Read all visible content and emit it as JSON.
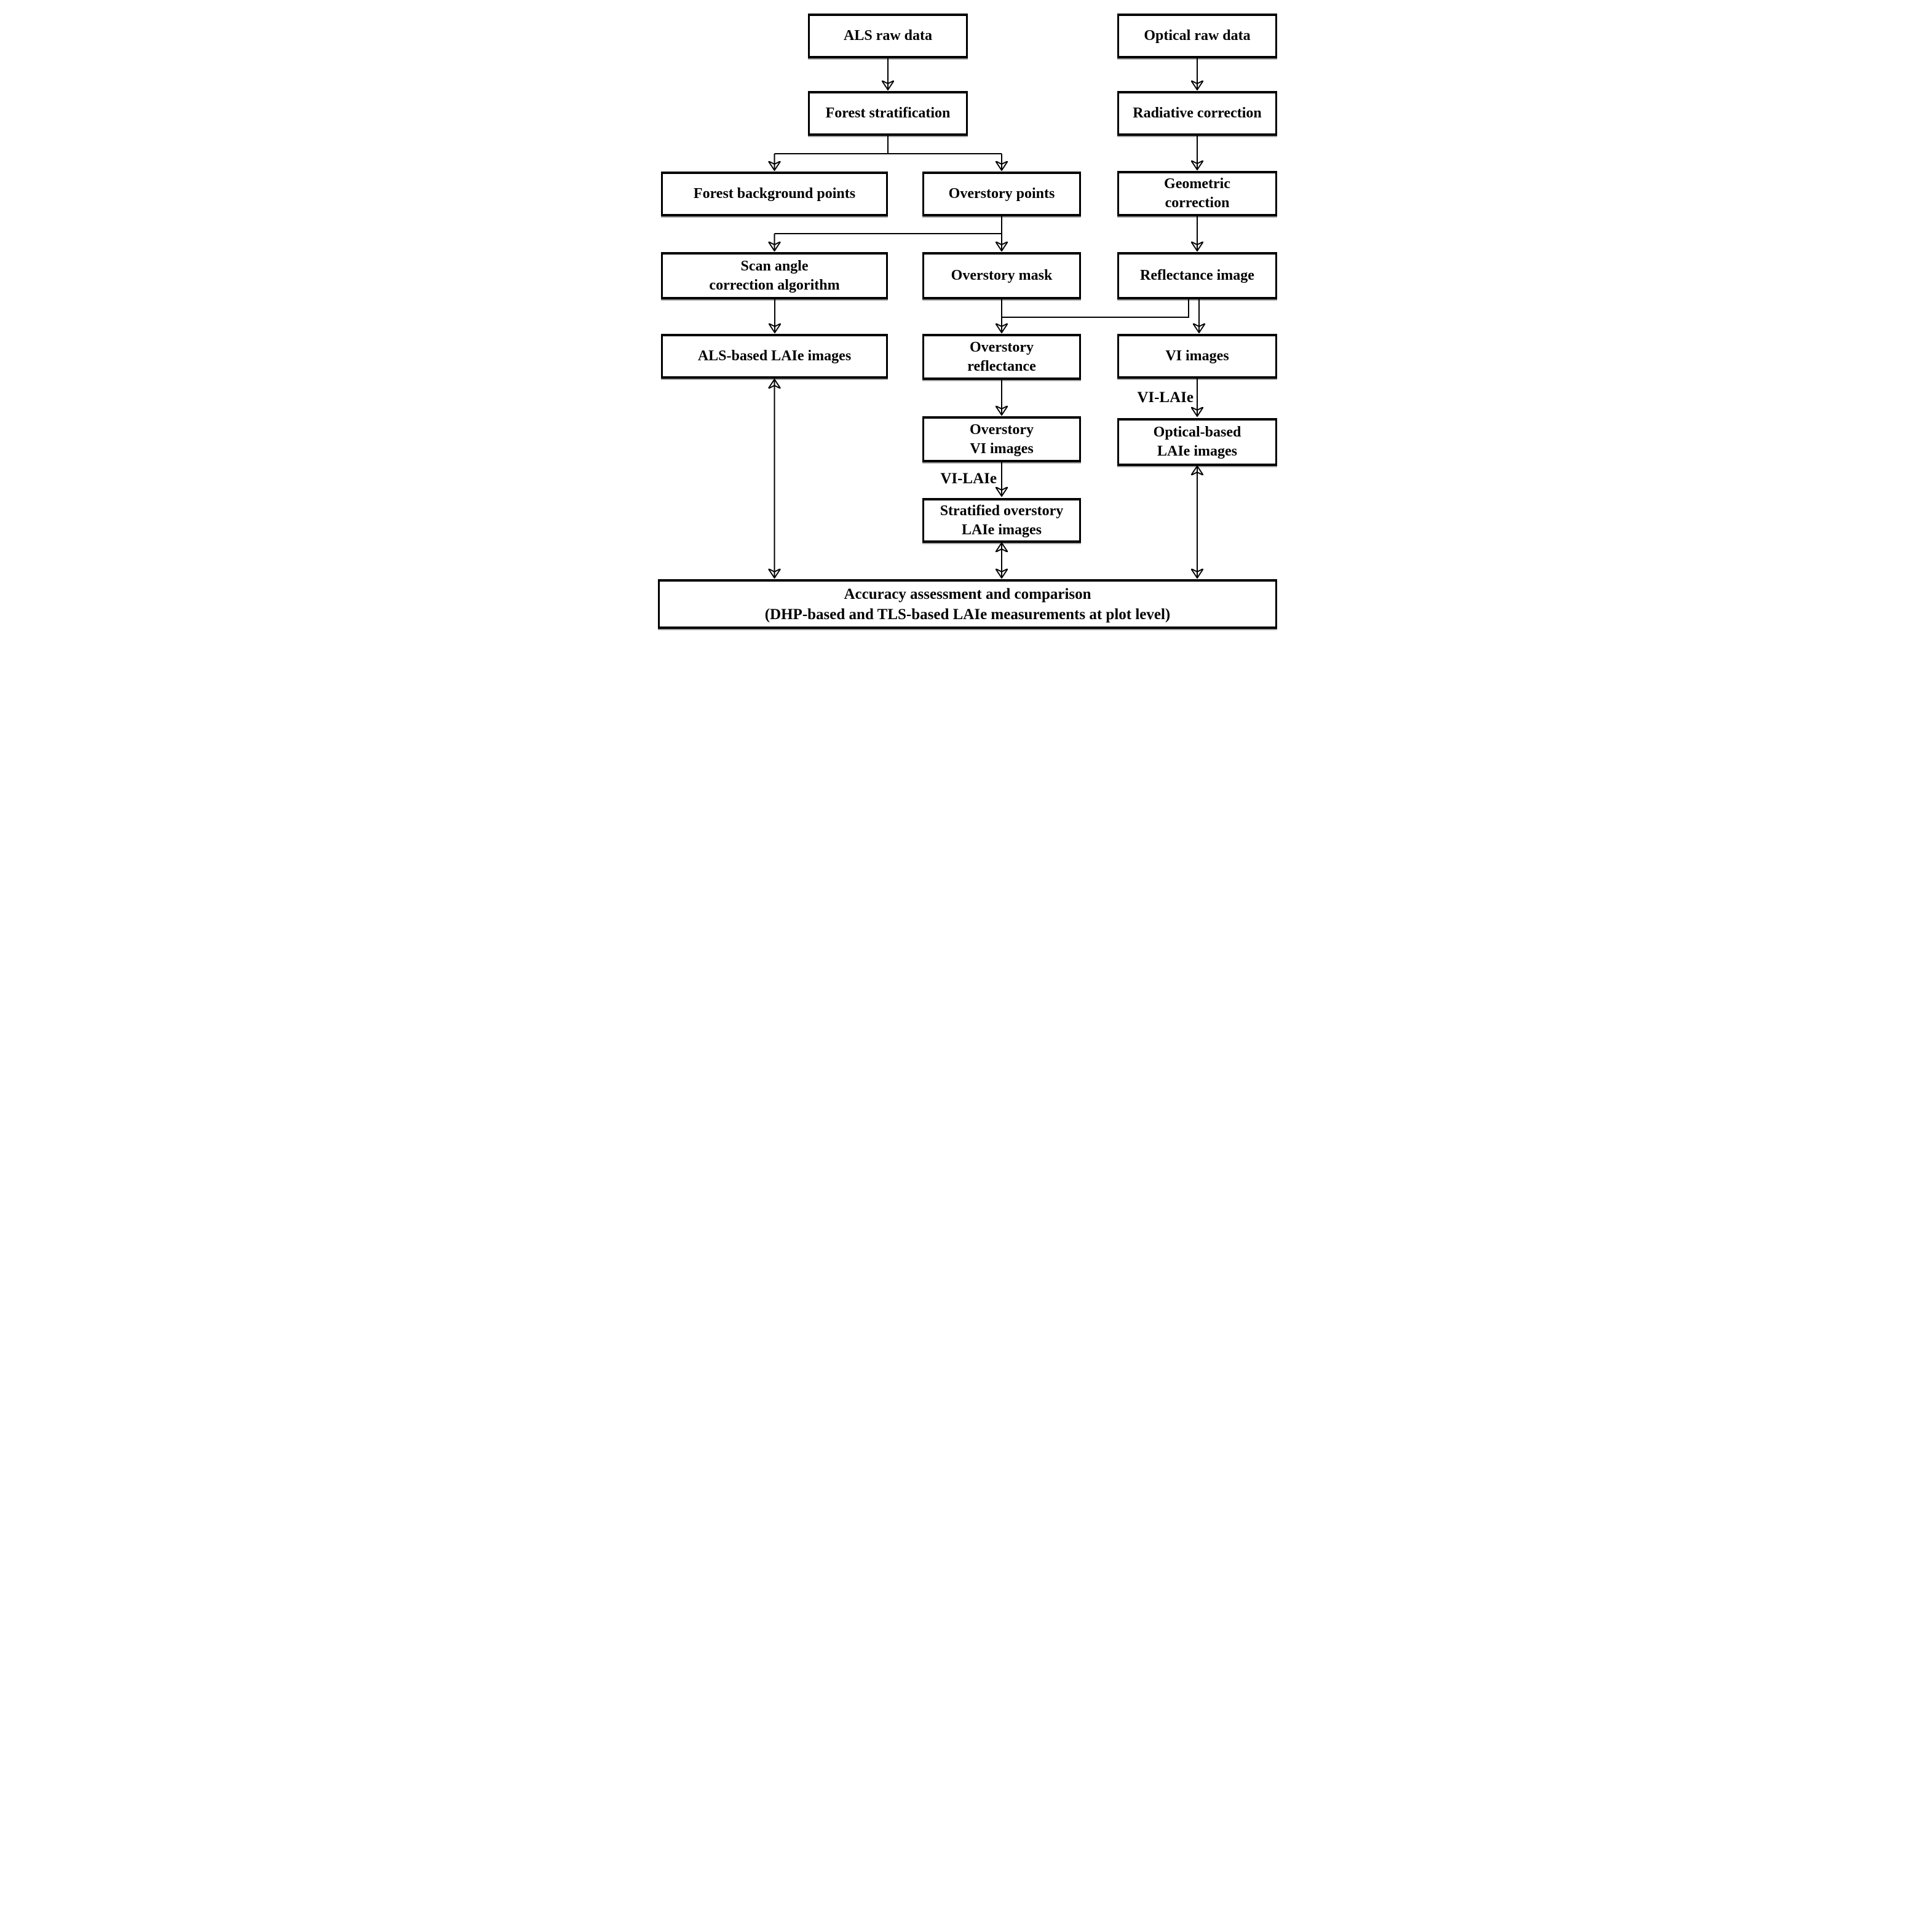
{
  "figure": {
    "title": "LAIe estimation workflow flowchart",
    "colors": {
      "background": "#ffffff",
      "line": "#000000",
      "box_border": "#000000",
      "text": "#000000"
    }
  },
  "nodes": {
    "als_raw_data": {
      "lines": [
        "ALS raw data"
      ]
    },
    "optical_raw_data": {
      "lines": [
        "Optical raw data"
      ]
    },
    "forest_stratification": {
      "lines": [
        "Forest stratification"
      ]
    },
    "radiative_correction": {
      "lines": [
        "Radiative correction"
      ]
    },
    "forest_background_points": {
      "lines": [
        "Forest background points"
      ]
    },
    "overstory_points": {
      "lines": [
        "Overstory points"
      ]
    },
    "geometric_correction": {
      "lines": [
        "Geometric",
        "correction"
      ]
    },
    "scan_angle_correction": {
      "lines": [
        "Scan angle",
        "correction algorithm"
      ]
    },
    "overstory_mask": {
      "lines": [
        "Overstory mask"
      ]
    },
    "reflectance_image": {
      "lines": [
        "Reflectance image"
      ]
    },
    "als_based_laie_images": {
      "lines": [
        "ALS-based LAIe images"
      ]
    },
    "overstory_reflectance": {
      "lines": [
        "Overstory",
        "reflectance"
      ]
    },
    "vi_images": {
      "lines": [
        "VI images"
      ]
    },
    "overstory_vi_images": {
      "lines": [
        "Overstory",
        "VI images"
      ]
    },
    "optical_based_laie_images": {
      "lines": [
        "Optical-based",
        "LAIe images"
      ]
    },
    "stratified_overstory_laie_images": {
      "lines": [
        "Stratified overstory",
        "LAIe images"
      ]
    },
    "accuracy_assessment": {
      "lines": [
        "Accuracy assessment and comparison",
        "(DHP-based and TLS-based LAIe measurements at plot level)"
      ]
    }
  },
  "edge_labels": {
    "vi_laie_right": "VI-LAIe",
    "vi_laie_middle": "VI-LAIe"
  }
}
